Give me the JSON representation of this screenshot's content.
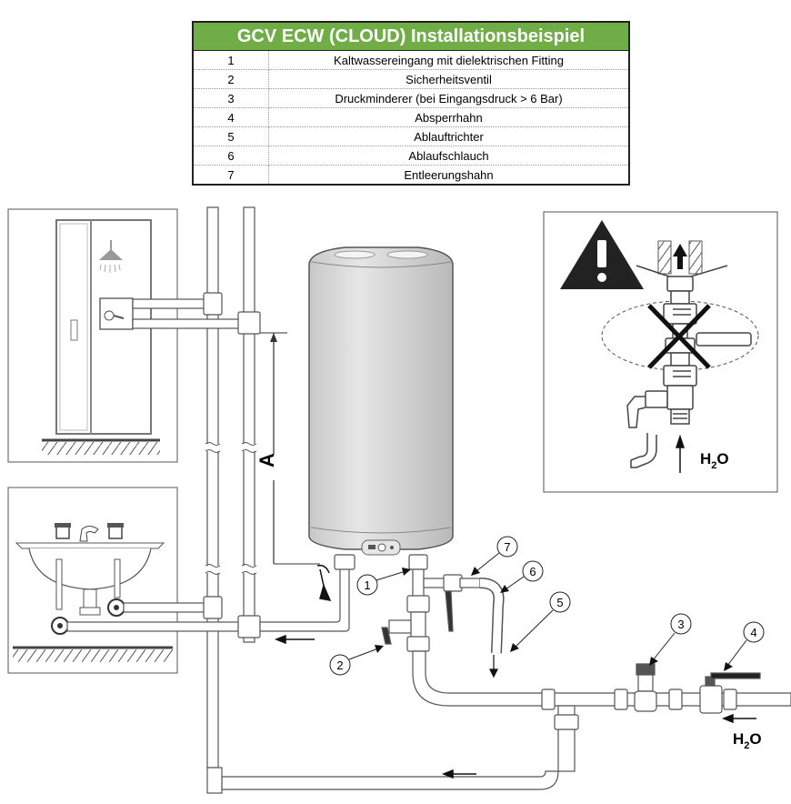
{
  "legend": {
    "title": "GCV ECW (CLOUD) Installationsbeispiel",
    "items": [
      {
        "num": "1",
        "text": "Kaltwassereingang mit dielektrischen Fitting"
      },
      {
        "num": "2",
        "text": "Sicherheitsventil"
      },
      {
        "num": "3",
        "text": "Druckminderer (bei Eingangsdruck > 6 Bar)"
      },
      {
        "num": "4",
        "text": "Absperrhahn"
      },
      {
        "num": "5",
        "text": "Ablauftrichter"
      },
      {
        "num": "6",
        "text": "Ablaufschlauch"
      },
      {
        "num": "7",
        "text": "Entleerungshahn"
      }
    ]
  },
  "diagram": {
    "dimension_label": "A",
    "water_label": "H",
    "water_subscript": "2",
    "water_suffix": "O",
    "callouts": [
      "1",
      "2",
      "3",
      "4",
      "5",
      "6",
      "7"
    ]
  },
  "colors": {
    "header_green": "#70ad47",
    "tank_grey": "#d9d9d9",
    "line": "#333333"
  }
}
